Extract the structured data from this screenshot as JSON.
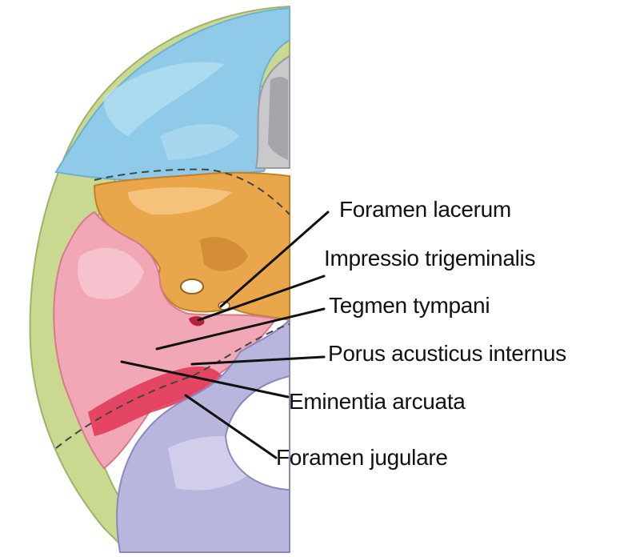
{
  "labels": {
    "foramen_lacerum": "Foramen lacerum",
    "impressio_trigeminalis": "Impressio trigeminalis",
    "tegmen_tympani": "Tegmen tympani",
    "porus_acusticus_internus": "Porus acusticus internus",
    "eminentia_arcuata": "Eminentia arcuata",
    "foramen_jugulare": "Foramen jugulare"
  },
  "colors": {
    "frontal_bone": "#8fcbe8",
    "parietal_bone": "#c9d98f",
    "sphenoid_bone": "#e9a64a",
    "temporal_bone": "#f1a7b6",
    "temporal_ridge": "#e23b5a",
    "occipital_bone": "#b9b6dd",
    "ethmoid_bone": "#c9c9cc",
    "text": "#111111"
  }
}
